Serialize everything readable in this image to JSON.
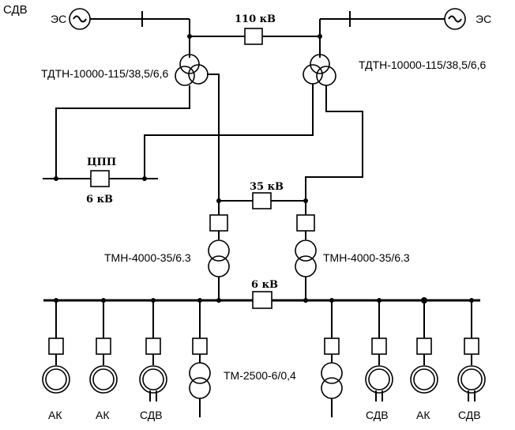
{
  "labels": {
    "corner_sdv": "СДВ",
    "source_left": "ЭС",
    "source_right": "ЭС",
    "bus_110": "110 кВ",
    "tr_left": "ТДТН-10000-115/38,5/6,6",
    "tr_right": "ТДТН-10000-115/38,5/6,6",
    "cpp": "ЦПП",
    "bus_cpp_6": "6 кВ",
    "bus_35": "35 кВ",
    "tmn_left": "ТМН-4000-35/6.3",
    "tmn_right": "ТМН-4000-35/6.3",
    "bus_6": "6 кВ",
    "tm_aux": "ТМ-2500-6/0,4",
    "load_ak_1": "АК",
    "load_ak_2": "АК",
    "load_sdv_1": "СДВ",
    "load_sdv_2": "СДВ",
    "load_ak_3": "АК",
    "load_sdv_3": "СДВ"
  }
}
